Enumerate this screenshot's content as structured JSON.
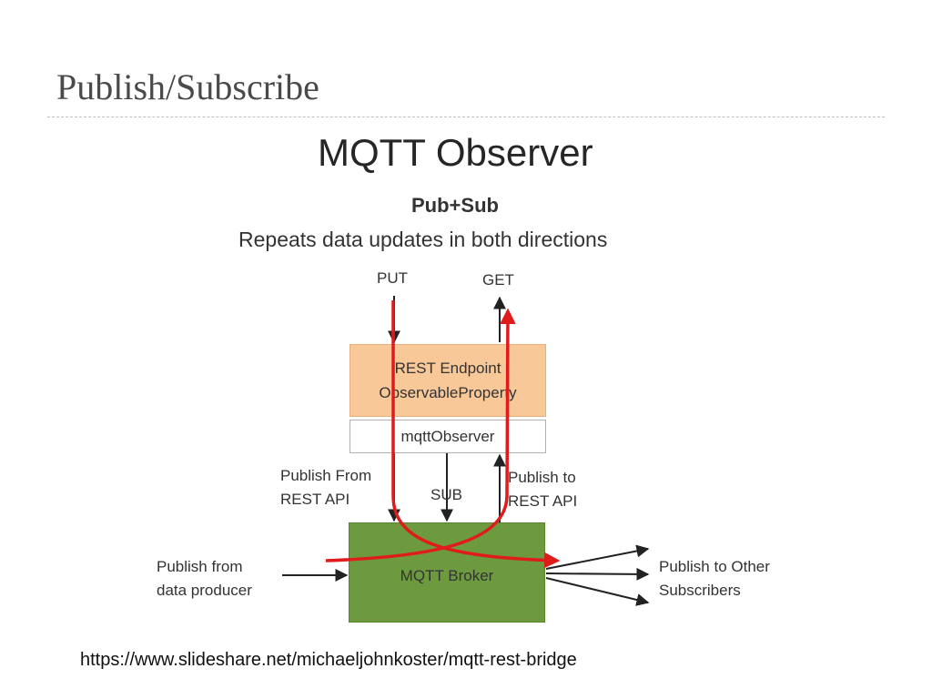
{
  "slide": {
    "title": "Publish/Subscribe",
    "source_url": "https://www.slideshare.net/michaeljohnkoster/mqtt-rest-bridge"
  },
  "diagram": {
    "title": "MQTT Observer",
    "subtitle": "Pub+Sub",
    "description": "Repeats data updates in both directions",
    "labels": {
      "put": "PUT",
      "get": "GET",
      "publish_from_rest_1": "Publish From",
      "publish_from_rest_2": "REST API",
      "sub": "SUB",
      "publish_to_rest_1": "Publish to",
      "publish_to_rest_2": "REST API",
      "publish_from_producer_1": "Publish from",
      "publish_from_producer_2": "data producer",
      "publish_to_others_1": "Publish to Other",
      "publish_to_others_2": "Subscribers"
    },
    "boxes": {
      "endpoint_line1": "REST Endpoint",
      "endpoint_line2": "ObservableProperty",
      "observer": "mqttObserver",
      "broker": "MQTT Broker"
    },
    "colors": {
      "endpoint_fill": "#f8c898",
      "broker_fill": "#6e9a3f",
      "flow_arrow": "#e01b1b",
      "arrow": "#222222"
    }
  }
}
